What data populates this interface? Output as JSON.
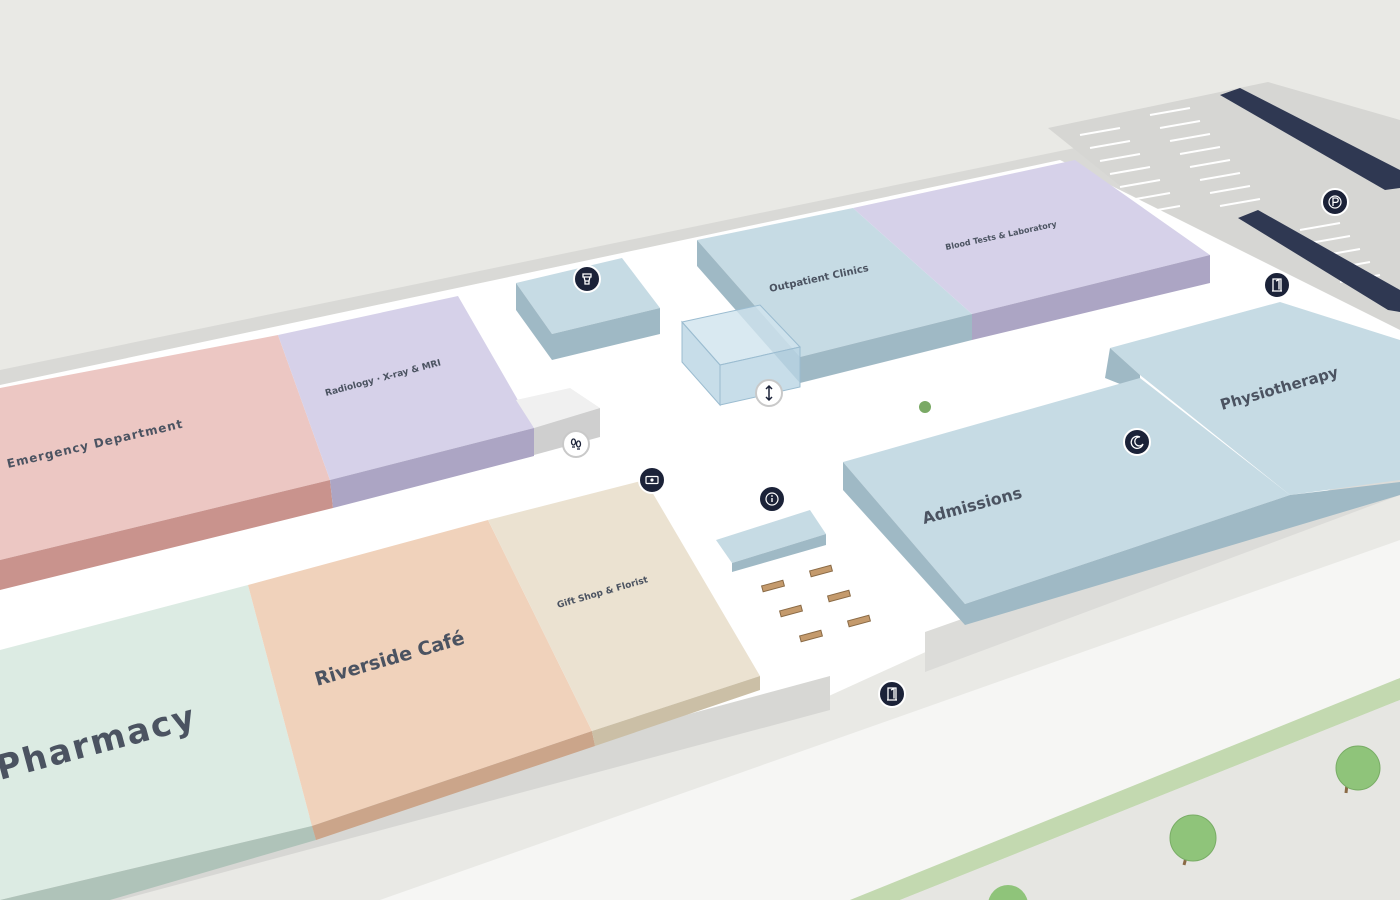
{
  "map": {
    "rooms": [
      {
        "id": "emergency",
        "label": "Emergency Department",
        "color": "#ecc7c3"
      },
      {
        "id": "radiology",
        "label": "Radiology · X-ray & MRI",
        "color": "#d6d1e9"
      },
      {
        "id": "outpatient",
        "label": "Outpatient Clinics",
        "color": "#c6dbe4"
      },
      {
        "id": "lab",
        "label": "Blood Tests & Laboratory",
        "color": "#d6d1e9"
      },
      {
        "id": "physio",
        "label": "Physiotherapy",
        "color": "#c6dbe4"
      },
      {
        "id": "admissions",
        "label": "Admissions",
        "color": "#c6dbe4"
      },
      {
        "id": "pharmacy",
        "label": "Pharmacy",
        "color": "#dcebe3"
      },
      {
        "id": "cafe",
        "label": "Riverside Café",
        "color": "#f0d2bb"
      },
      {
        "id": "giftshop",
        "label": "Gift Shop & Florist",
        "color": "#ebe2d1"
      }
    ],
    "pois": [
      {
        "id": "restroom",
        "icon": "toilet-icon"
      },
      {
        "id": "elevator",
        "icon": "elevator-icon"
      },
      {
        "id": "parking",
        "icon": "parking-icon"
      },
      {
        "id": "entrance-east",
        "icon": "door-icon"
      },
      {
        "id": "footprints",
        "icon": "footprints-icon"
      },
      {
        "id": "atm",
        "icon": "cash-icon"
      },
      {
        "id": "info",
        "icon": "info-icon"
      },
      {
        "id": "prayer-room",
        "icon": "moon-icon"
      },
      {
        "id": "entrance-south",
        "icon": "door-icon"
      }
    ],
    "colors": {
      "background": "#e9e9e5",
      "floor": "#ffffff",
      "poi_fill": "#1b2238",
      "grass": "#c3d9b0"
    }
  }
}
